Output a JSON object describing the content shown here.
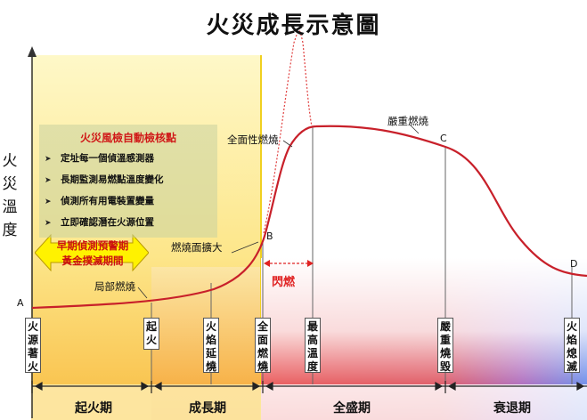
{
  "title": "火災成長示意圖",
  "y_axis_label": "火災溫度",
  "checklist": {
    "heading": "火災風檢自動檢核點",
    "items": [
      "定址每一個偵溫感測器",
      "長期監測易燃點溫度變化",
      "偵測所有用電裝置變量",
      "立即確認潛在火源位置"
    ]
  },
  "window_label": [
    "早期偵測預警期",
    "黃金撲滅期間"
  ],
  "points": {
    "A": "A",
    "B": "B",
    "C": "C",
    "D": "D"
  },
  "curve_labels": {
    "local": "局部燃燒",
    "spread": "燃燒面擴大",
    "full": "全面性燃燒",
    "severe": "嚴重燃燒"
  },
  "flashover": "閃燃",
  "event_markers": [
    {
      "id": "fire-source",
      "text": "火源著火"
    },
    {
      "id": "ignition",
      "text": "起火"
    },
    {
      "id": "flame-spread",
      "text": "火焰延燒"
    },
    {
      "id": "full-burning",
      "text": "全面燃燒"
    },
    {
      "id": "max-temp",
      "text": "最高溫度"
    },
    {
      "id": "severe-damage",
      "text": "嚴重燒毀"
    },
    {
      "id": "extinguish",
      "text": "火焰熄滅"
    }
  ],
  "phases": {
    "ignition": "起火期",
    "growth": "成長期",
    "full": "全盛期",
    "decay": "衰退期"
  },
  "colors": {
    "accent_red": "#d01818",
    "zone_yellow": "#fdf3a4",
    "curve": "#c8202a"
  }
}
